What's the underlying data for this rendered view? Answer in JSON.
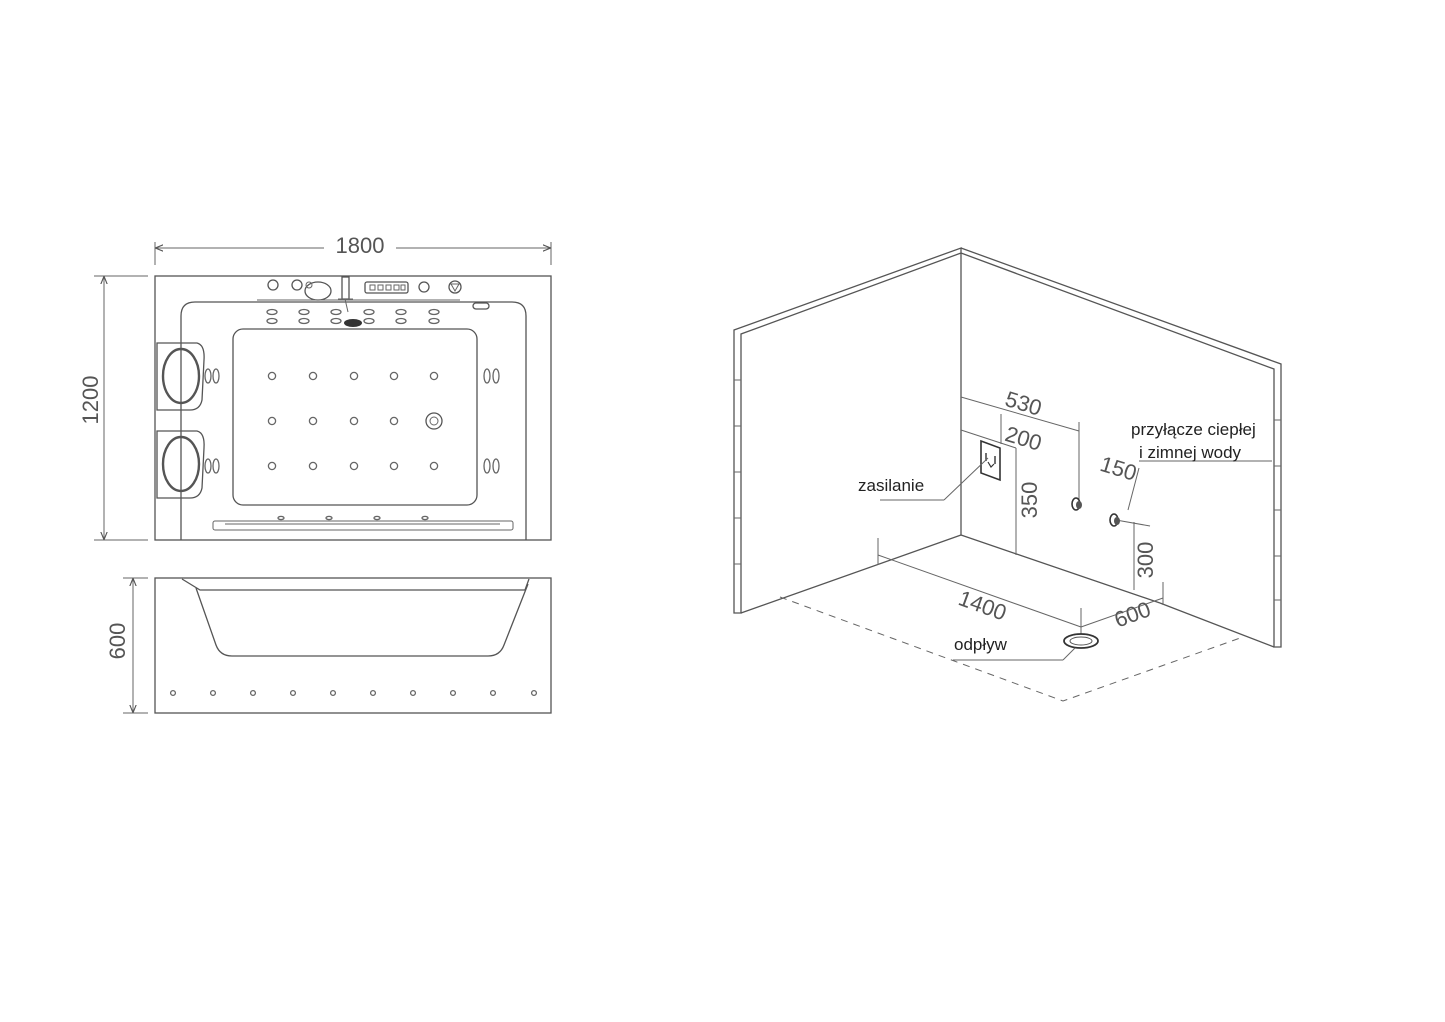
{
  "top_view": {
    "width_label": "1800",
    "height_label": "1200"
  },
  "side_view": {
    "height_label": "600"
  },
  "installation": {
    "dims": {
      "d530": "530",
      "d200": "200",
      "d150": "150",
      "d350": "350",
      "d300": "300",
      "d1400": "1400",
      "d600": "600"
    },
    "labels": {
      "power": "zasilanie",
      "water_line1": "przyłącze ciepłej",
      "water_line2": "i zimnej wody",
      "drain": "odpływ"
    }
  },
  "colors": {
    "line": "#555555",
    "label": "#222222"
  }
}
